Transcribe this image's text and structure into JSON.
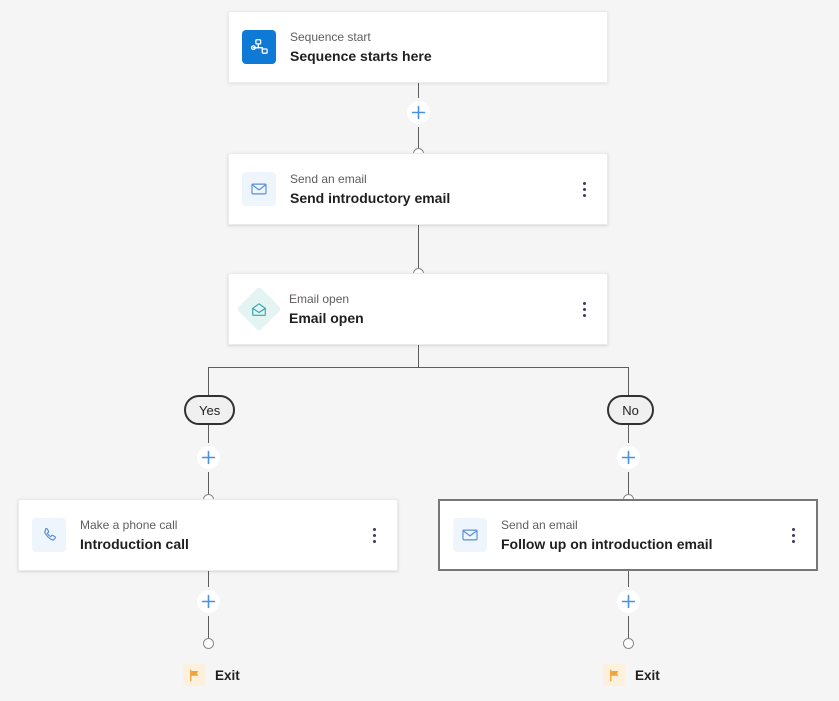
{
  "canvas": {
    "background": "#f5f5f5",
    "accent": "#0f7ad6"
  },
  "nodes": {
    "start": {
      "subtitle": "Sequence start",
      "title": "Sequence starts here",
      "icon": "sequence-start-icon"
    },
    "email1": {
      "subtitle": "Send an email",
      "title": "Send introductory email",
      "icon": "envelope-icon"
    },
    "trigger": {
      "subtitle": "Email open",
      "title": "Email open",
      "icon": "email-open-icon"
    },
    "call": {
      "subtitle": "Make a phone call",
      "title": "Introduction call",
      "icon": "phone-icon"
    },
    "email2": {
      "subtitle": "Send an email",
      "title": "Follow up on introduction email",
      "icon": "envelope-icon",
      "selected": true
    }
  },
  "branches": {
    "yes_label": "Yes",
    "no_label": "No"
  },
  "exits": {
    "left_label": "Exit",
    "right_label": "Exit",
    "flag_color": "#f2a33c"
  },
  "actions": {
    "add_step_label": "+",
    "more_options_label": "More options"
  }
}
